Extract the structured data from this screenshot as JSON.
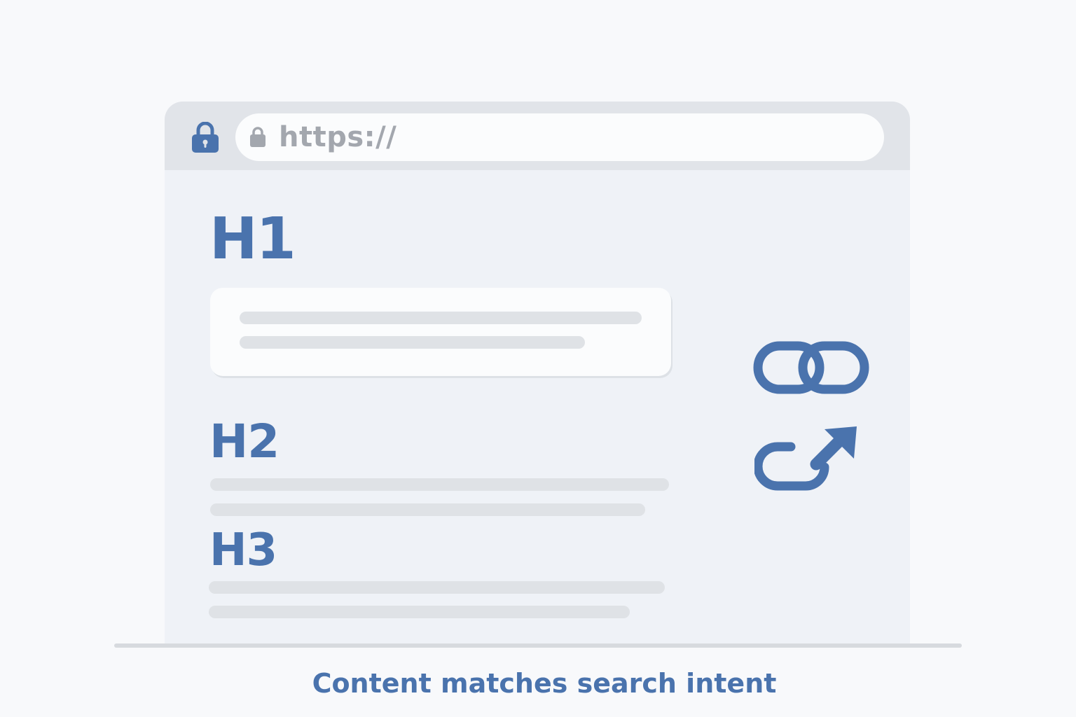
{
  "browser": {
    "bar": {
      "lock_icon": "lock-icon",
      "url": "https://",
      "url_lock_icon": "lock-icon"
    },
    "page": {
      "h1": "H1",
      "h2": "H2",
      "h3": "H3",
      "icons": [
        "link-icon",
        "external-link-icon"
      ]
    }
  },
  "caption": "Content matches search intent",
  "colors": {
    "accent": "#4a73ad",
    "placeholder_line": "#dfe2e6",
    "browser_bar": "#e1e4e9",
    "page_background": "#eff2f7"
  }
}
